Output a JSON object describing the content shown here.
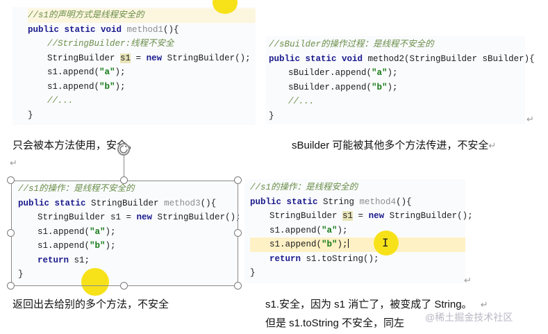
{
  "blocks": [
    {
      "id": "method1",
      "lines": [
        {
          "comment": "//s1的声明方式是线程安全的"
        },
        {
          "kw": "public static void ",
          "name": "method1",
          "rest": "(){"
        },
        {
          "indent": 1,
          "comment": "//StringBuilder:线程不安全"
        },
        {
          "indent": 1,
          "pre": "StringBuilder ",
          "var": "s1",
          "mid": " = ",
          "kw2": "new",
          "post": " StringBuilder();"
        },
        {
          "indent": 1,
          "pre": "s1.append(",
          "str": "\"a\"",
          "post": ");"
        },
        {
          "indent": 1,
          "pre": "s1.append(",
          "str": "\"b\"",
          "post": ");"
        },
        {
          "indent": 1,
          "comment": "//..."
        },
        {
          "pre": "}"
        }
      ]
    },
    {
      "id": "method2",
      "lines": [
        {
          "comment": "//sBuilder的操作过程：是线程不安全的"
        },
        {
          "kw": "public static void ",
          "pre": "method2(StringBuilder sBuilder){"
        },
        {
          "indent": 1,
          "pre": "sBuilder.append(",
          "str": "\"a\"",
          "post": ");"
        },
        {
          "indent": 1,
          "pre": "sBuilder.append(",
          "str": "\"b\"",
          "post": ");"
        },
        {
          "indent": 1,
          "comment": "//..."
        },
        {
          "pre": "}"
        }
      ]
    },
    {
      "id": "method3",
      "lines": [
        {
          "comment": "//s1的操作：是线程不安全的"
        },
        {
          "kw": "public static ",
          "pre": "StringBuilder ",
          "name": "method3",
          "rest": "(){"
        },
        {
          "indent": 1,
          "pre": "StringBuilder s1 = ",
          "kw2": "new",
          "post": " StringBuilder();"
        },
        {
          "indent": 1,
          "pre": "s1.append(",
          "str": "\"a\"",
          "post": ");"
        },
        {
          "indent": 1,
          "pre": "s1.append(",
          "str": "\"b\"",
          "post": ");"
        },
        {
          "indent": 1,
          "kw": "return ",
          "pre": "s1;"
        },
        {
          "pre": "}"
        }
      ]
    },
    {
      "id": "method4",
      "lines": [
        {
          "comment": "//s1的操作：是线程安全的"
        },
        {
          "kw": "public static ",
          "pre": "String ",
          "name": "method4",
          "rest": "(){"
        },
        {
          "indent": 1,
          "pre": "StringBuilder ",
          "var": "s1",
          "mid": " = ",
          "kw2": "new",
          "post": " StringBuilder();"
        },
        {
          "indent": 1,
          "pre": "s1.append(",
          "str": "\"a\"",
          "post": ");"
        },
        {
          "indent": 1,
          "pre": "s1.append(",
          "str": "\"b\"",
          "post": ");",
          "cursor": true
        },
        {
          "indent": 1,
          "kw": "return ",
          "pre": "s1.toString();"
        },
        {
          "pre": "}"
        }
      ]
    }
  ],
  "captions": {
    "c1": "只会被本方法使用，安全。",
    "c2": "sBuilder 可能被其他多个方法传进，不安全",
    "c3": "返回出去给别的多个方法，不安全",
    "c4": "s1.安全，因为 s1 消亡了，被变成了 String。",
    "c5": "但是 s1.toString 不安全，同左"
  },
  "return_mark": "↵",
  "watermark": "@稀土掘金技术社区",
  "text_cursor": "I",
  "colors": {
    "keyword": "#1a1a8c",
    "comment": "#6b8f4a",
    "string": "#157a15",
    "pointer": "#f7e21a"
  }
}
